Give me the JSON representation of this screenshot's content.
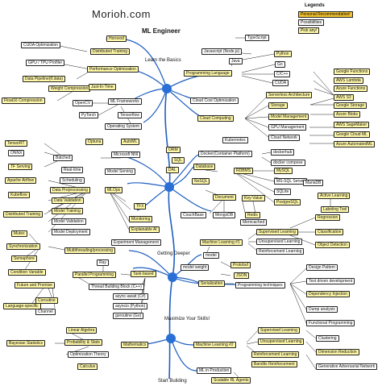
{
  "brand": "Morioh.com",
  "title": "ML Engineer",
  "legend": {
    "heading": "Legends",
    "items": [
      {
        "label": "Personal Recommendation!",
        "color": "#f4c430"
      },
      {
        "label": "Possibilities",
        "color": "#ffffff"
      },
      {
        "label": "Pick any!",
        "color": "#fff8a8"
      }
    ]
  },
  "stage_labels": {
    "basics": "Learn the Basics",
    "deeper": "Getting Deeper",
    "skills": "Maximize Your Skills!",
    "start": "Start Building"
  },
  "nodes": {
    "cuda_opt": "CUDA Optimization",
    "horovod": "Horovod",
    "gpu_tpu": "GPU / TPU Profiler",
    "dist_training": "Distributed Training",
    "data_pipeline": "Data Pipeline(tf.data)",
    "perf_opt": "Performance Optimization",
    "weight_comp": "Weight Compression",
    "jit": "Just-In-Time",
    "float16": "Float16 Compression",
    "opencv": "OpenCV",
    "ml_frameworks": "ML Frameworks",
    "pytorch": "PyTorch",
    "tensorflow": "Tensorflow",
    "opsys": "Operating System",
    "typescript": "TypeScript",
    "js": "Javascript (Node.js)",
    "python": "Python",
    "java": "Java",
    "go": "Go",
    "prog_lang": "Programming Language",
    "c_cpp": "C/C++",
    "cuda": "CUDA",
    "gcf": "Google Functions",
    "aws_lambda": "AWS Lambda",
    "azure_func": "Azure Functions",
    "serverless": "Serverless Architecture",
    "aws_s3": "AWS S3",
    "storage": "Storage",
    "gcs": "Google Storage",
    "azure_blob": "Azure Blobs",
    "cloud_cost": "Cloud Cost Optimization",
    "model_mgmt": "Model Management",
    "sagemaker": "AWS SageMaker",
    "gpu_mgmt": "GPU Management",
    "cloud_computing": "Cloud Computing",
    "gcml": "Google Cloud ML",
    "cloud_net": "Cloud Network",
    "azureml": "Azure AutomatedML",
    "tensorrt": "TensorRT",
    "optuna": "Optuna",
    "automl": "AutoML",
    "kubernetes": "Kubernetes",
    "onnx": "ONNX",
    "ms_nni": "Microsoft NNI",
    "orm": "ORM",
    "docker": "Docker(Container Platform)",
    "sql": "SQL",
    "dockerhub": "dockerhub",
    "tf_serving": "TF Serving",
    "batched": "Batched",
    "dal": "DAL",
    "docker_compose": "docker compose",
    "model_serving": "Model Serving",
    "database": "Database",
    "rdbms": "RDBMS",
    "mysql": "MySQL",
    "realtime": "Real-time",
    "mssql": "MS-SQL Server",
    "nosql": "NoSQL",
    "mariadb": "MariaDB",
    "airflow": "Apache Airflow",
    "scheduling": "Scheduling",
    "data_preproc": "Data Preprocessing",
    "sqlite": "SQLite",
    "kubeflow": "Kubeflow",
    "mlops": "MLOps",
    "postgresql": "PostgreSQL",
    "data_validation": "Data Validation",
    "document": "Document",
    "keyvalue": "Key-Value",
    "active_learning": "Active Learning",
    "tfx": "TFX",
    "model_training": "Model Training",
    "dist_training2": "Distributed Training",
    "couchbase": "CouchBase",
    "mongodb": "MongoDB",
    "redis": "Redis",
    "labeling": "Labeling Tool",
    "model_validation": "Model Validation",
    "monitoring": "Monitoring",
    "memcached": "Memcached",
    "model_deploy": "Model Deployment",
    "explainable": "Explainable AI",
    "sup_learning": "Supervised Learning",
    "regression": "Regression",
    "mutex": "Mutex",
    "exp_mgmt": "Experiment Management",
    "ml1": "Machine Learning #1",
    "unsup_learning": "Unsupervised Learning",
    "classification": "Classification",
    "sync": "Synchronization",
    "multithreading": "Multithreading/processing",
    "model": "model",
    "reinf_learning": "Reinforcement Learning",
    "object_det": "Object Detection",
    "semaphore": "Semaphore",
    "ray": "Ray",
    "model_weight": "model weight",
    "protobuf": "Protobuf",
    "design_pattern": "Design Pattern",
    "cond_var": "Condition Variable",
    "parallel_prog": "Parallel Programming",
    "task_based": "Task-based",
    "json": "JSON",
    "tdd": "Test driven development",
    "serialization": "Serialization",
    "prog_tech": "Programming techniques",
    "tbb": "Thread Building Block (C++)",
    "future_promise": "Future and Promise",
    "async_await": "async-await (C#)",
    "dep_inj": "Dependency Injection",
    "coroutine": "Coroutine",
    "asyncio": "asyncio (Python)",
    "lang_specific": "Language-specific",
    "goroutine": "goroutine (Go)",
    "dump_analysis": "Dump analysis",
    "channel": "Channel",
    "func_prog": "Functional Programming",
    "linear_algebra": "Linear Algebra",
    "sup_learning2": "Supervised Learning",
    "clustering": "Clustering",
    "bayesian": "Bayesian Statistics",
    "prob_stats": "Probability & Stats",
    "mathematics": "Mathematics",
    "ml2": "Machine Learning #2",
    "unsup_learning2": "Unsupervised Learning",
    "dim_reduction": "Dimension Reduction",
    "opt_theory": "Optimization Theory",
    "reinf_learning2": "Reinforcement Learning",
    "bandits": "Bandits Reinforcement",
    "calculus": "Calculus",
    "gan": "Generative Adversarial Network",
    "ml_production": "ML in Production",
    "scalable_rl": "Scalable RL Agents"
  }
}
